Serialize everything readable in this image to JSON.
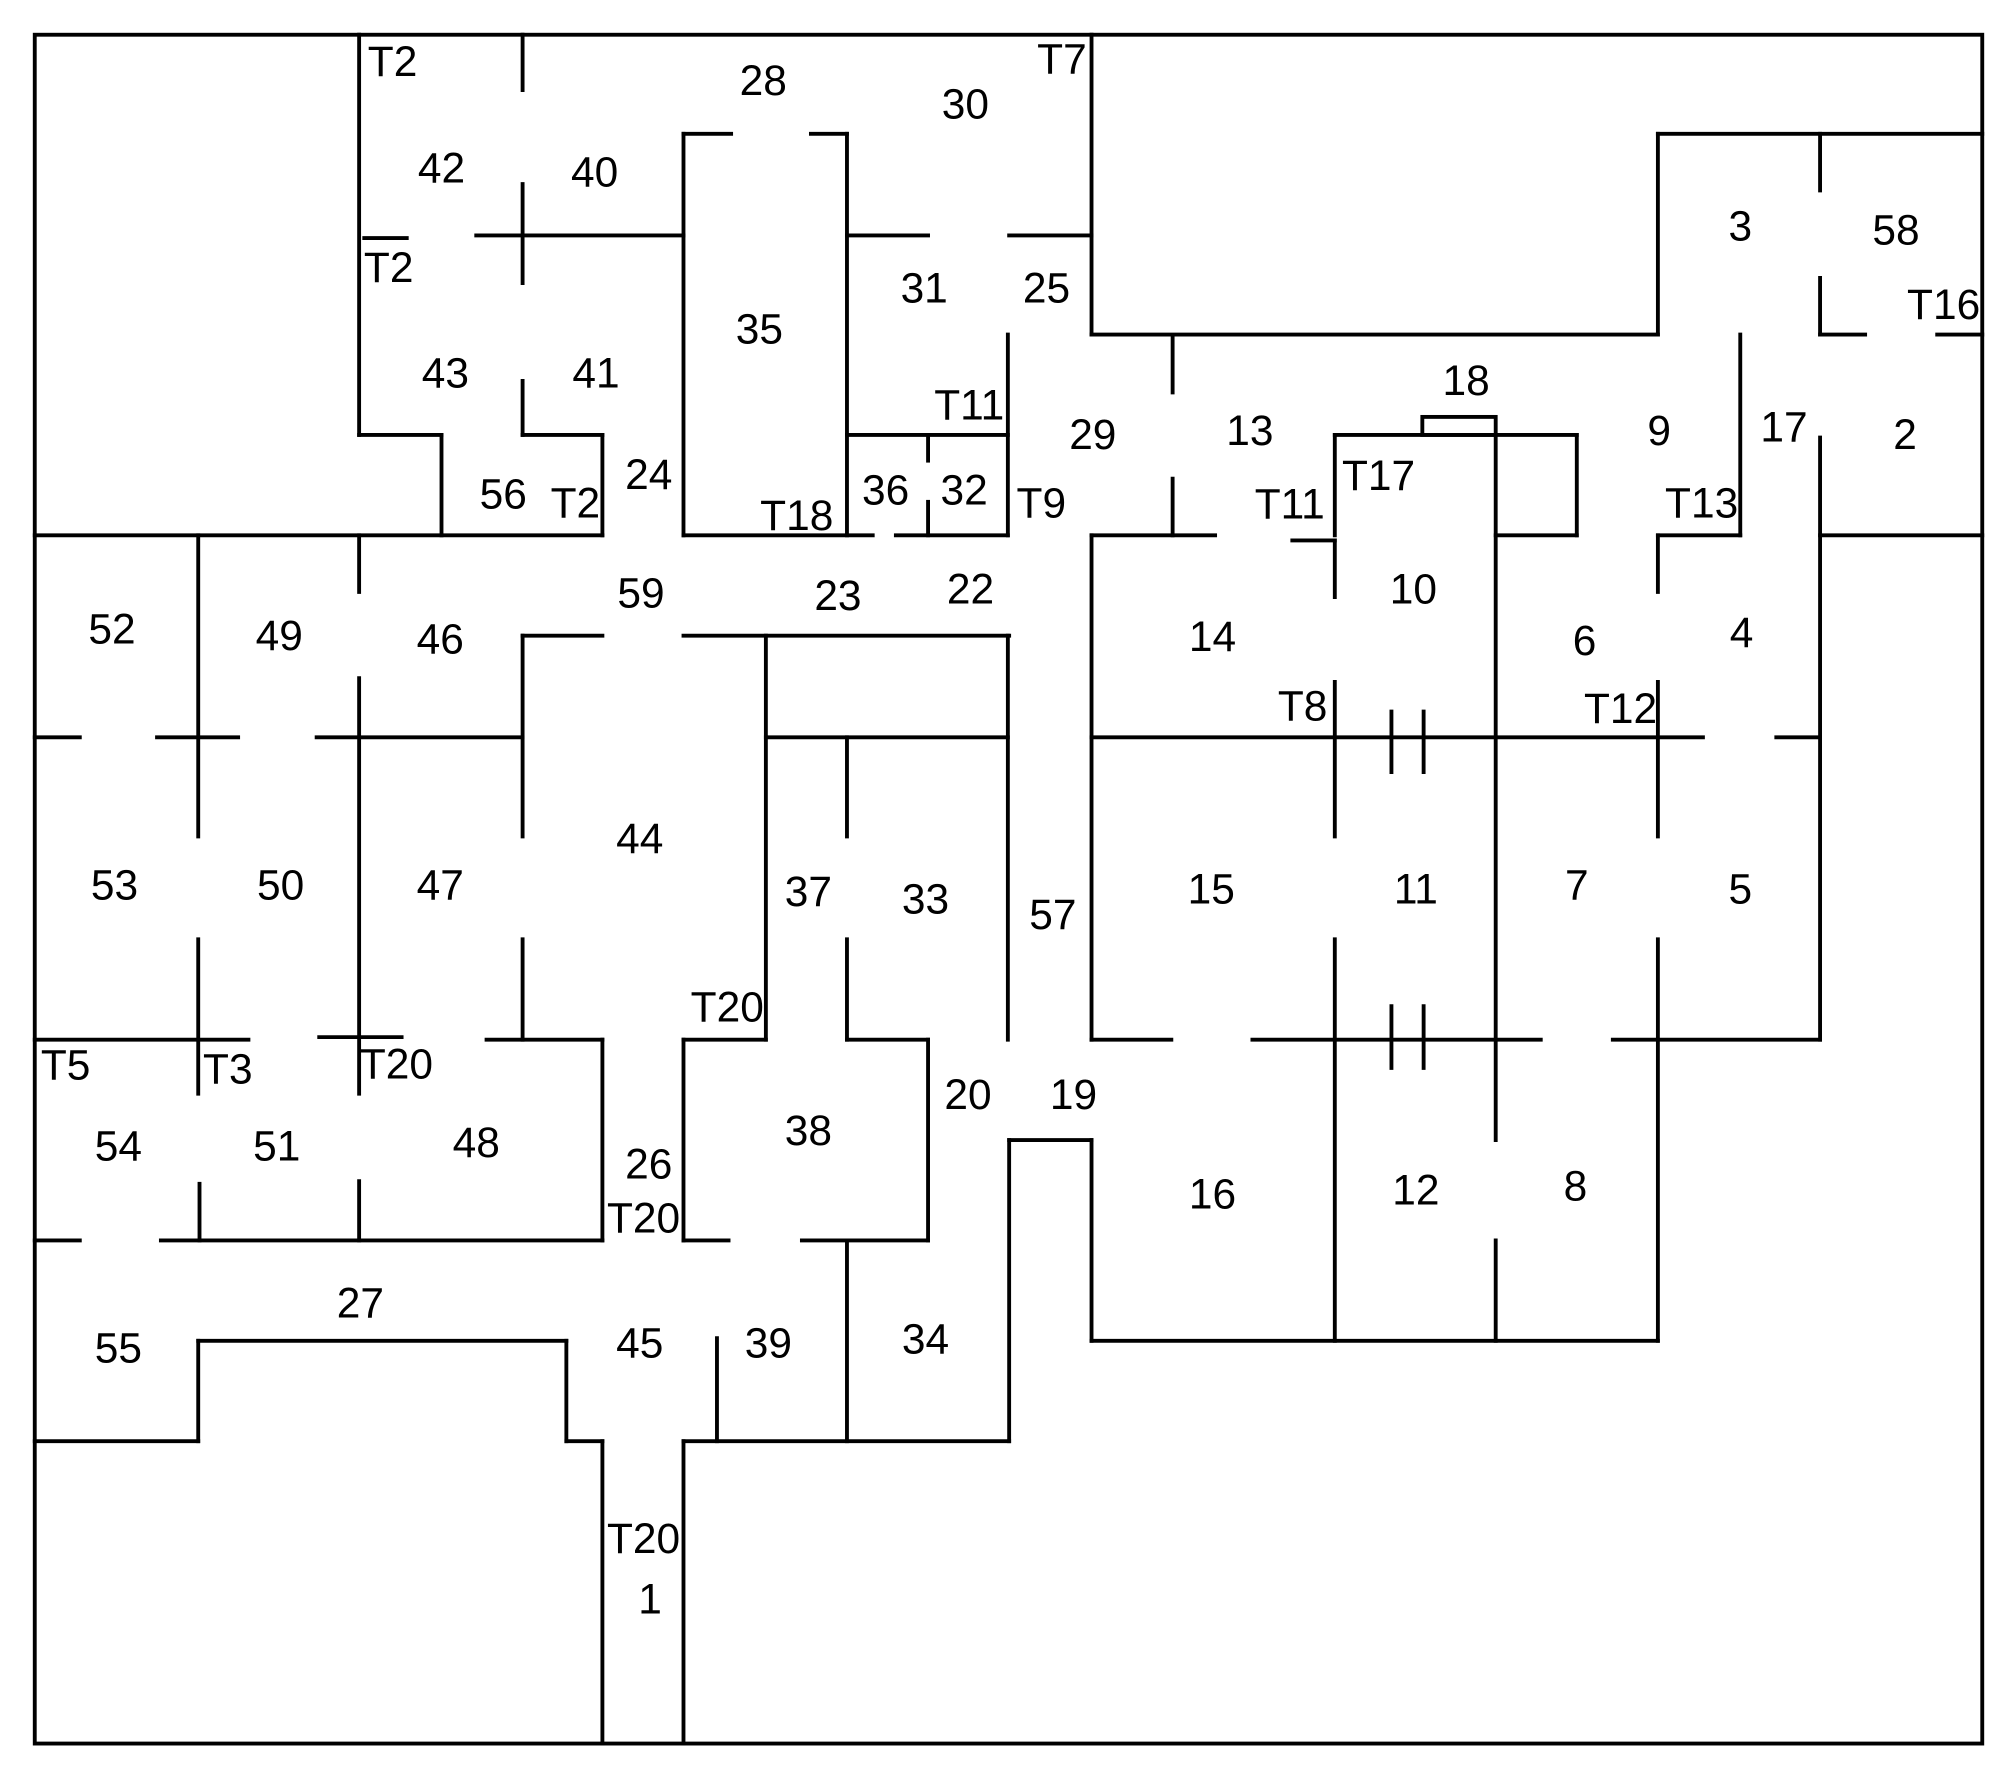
{
  "title": "Floor plan with numbered rooms and terminal markers",
  "colors": {
    "wall": "#000000",
    "background": "#ffffff",
    "text": "#000000"
  },
  "labels": [
    "T2",
    "28",
    "30",
    "T7",
    "42",
    "40",
    "T2",
    "35",
    "31",
    "25",
    "43",
    "41",
    "T11",
    "29",
    "13",
    "18",
    "9",
    "17",
    "2",
    "3",
    "58",
    "T16",
    "56",
    "T2",
    "24",
    "T18",
    "36",
    "32",
    "T9",
    "T11",
    "T17",
    "T13",
    "10",
    "6",
    "4",
    "52",
    "49",
    "46",
    "59",
    "23",
    "22",
    "14",
    "T8",
    "T12",
    "53",
    "50",
    "47",
    "44",
    "37",
    "33",
    "57",
    "15",
    "11",
    "7",
    "5",
    "T5",
    "T3",
    "T20",
    "T20",
    "20",
    "19",
    "54",
    "51",
    "48",
    "26",
    "T20",
    "38",
    "16",
    "12",
    "8",
    "27",
    "55",
    "45",
    "39",
    "34",
    "T20",
    "1"
  ]
}
